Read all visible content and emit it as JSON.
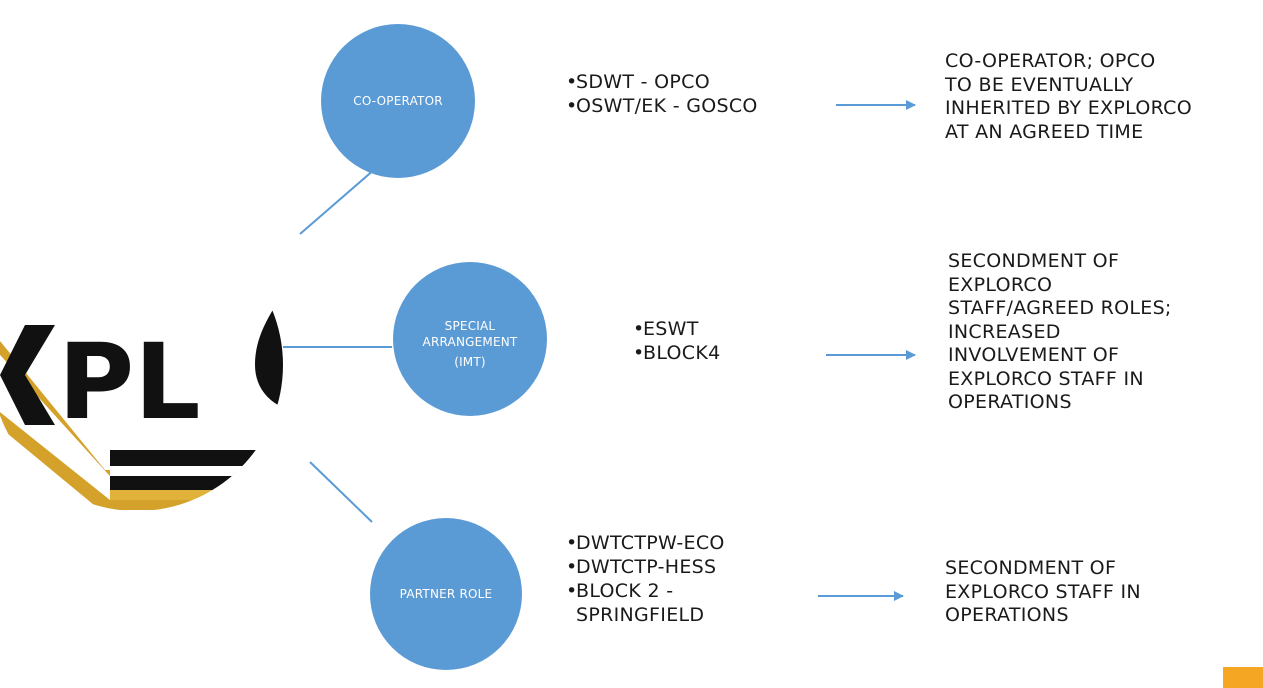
{
  "colors": {
    "bubble": "#5b9bd5",
    "connector": "#5b9bd5",
    "arrow": "#5b9bd5",
    "accent_corner": "#f5a623"
  },
  "logo": {
    "icon": "kplc-logo-icon",
    "text": "KPL"
  },
  "branches": [
    {
      "bubble_lines": [
        "CO-OPERATOR"
      ],
      "bullets": [
        "SDWT - OPCO",
        "OSWT/EK - GOSCO"
      ],
      "description": "CO-OPERATOR; OPCO\nTO BE EVENTUALLY\nINHERITED BY EXPLORCO\nAT AN AGREED TIME"
    },
    {
      "bubble_lines": [
        "SPECIAL",
        "ARRANGEMENT",
        "(IMT)"
      ],
      "bullets": [
        "ESWT",
        "BLOCK4"
      ],
      "description": "SECONDMENT OF\nEXPLORCO\nSTAFF/AGREED ROLES;\nINCREASED\nINVOLVEMENT OF\nEXPLORCO STAFF IN\nOPERATIONS"
    },
    {
      "bubble_lines": [
        "PARTNER ROLE"
      ],
      "bullets": [
        "DWTCTPW-ECO",
        "DWTCTP-HESS",
        "BLOCK 2 -\nSPRINGFIELD"
      ],
      "description": "SECONDMENT OF\nEXPLORCO STAFF IN\nOPERATIONS"
    }
  ]
}
